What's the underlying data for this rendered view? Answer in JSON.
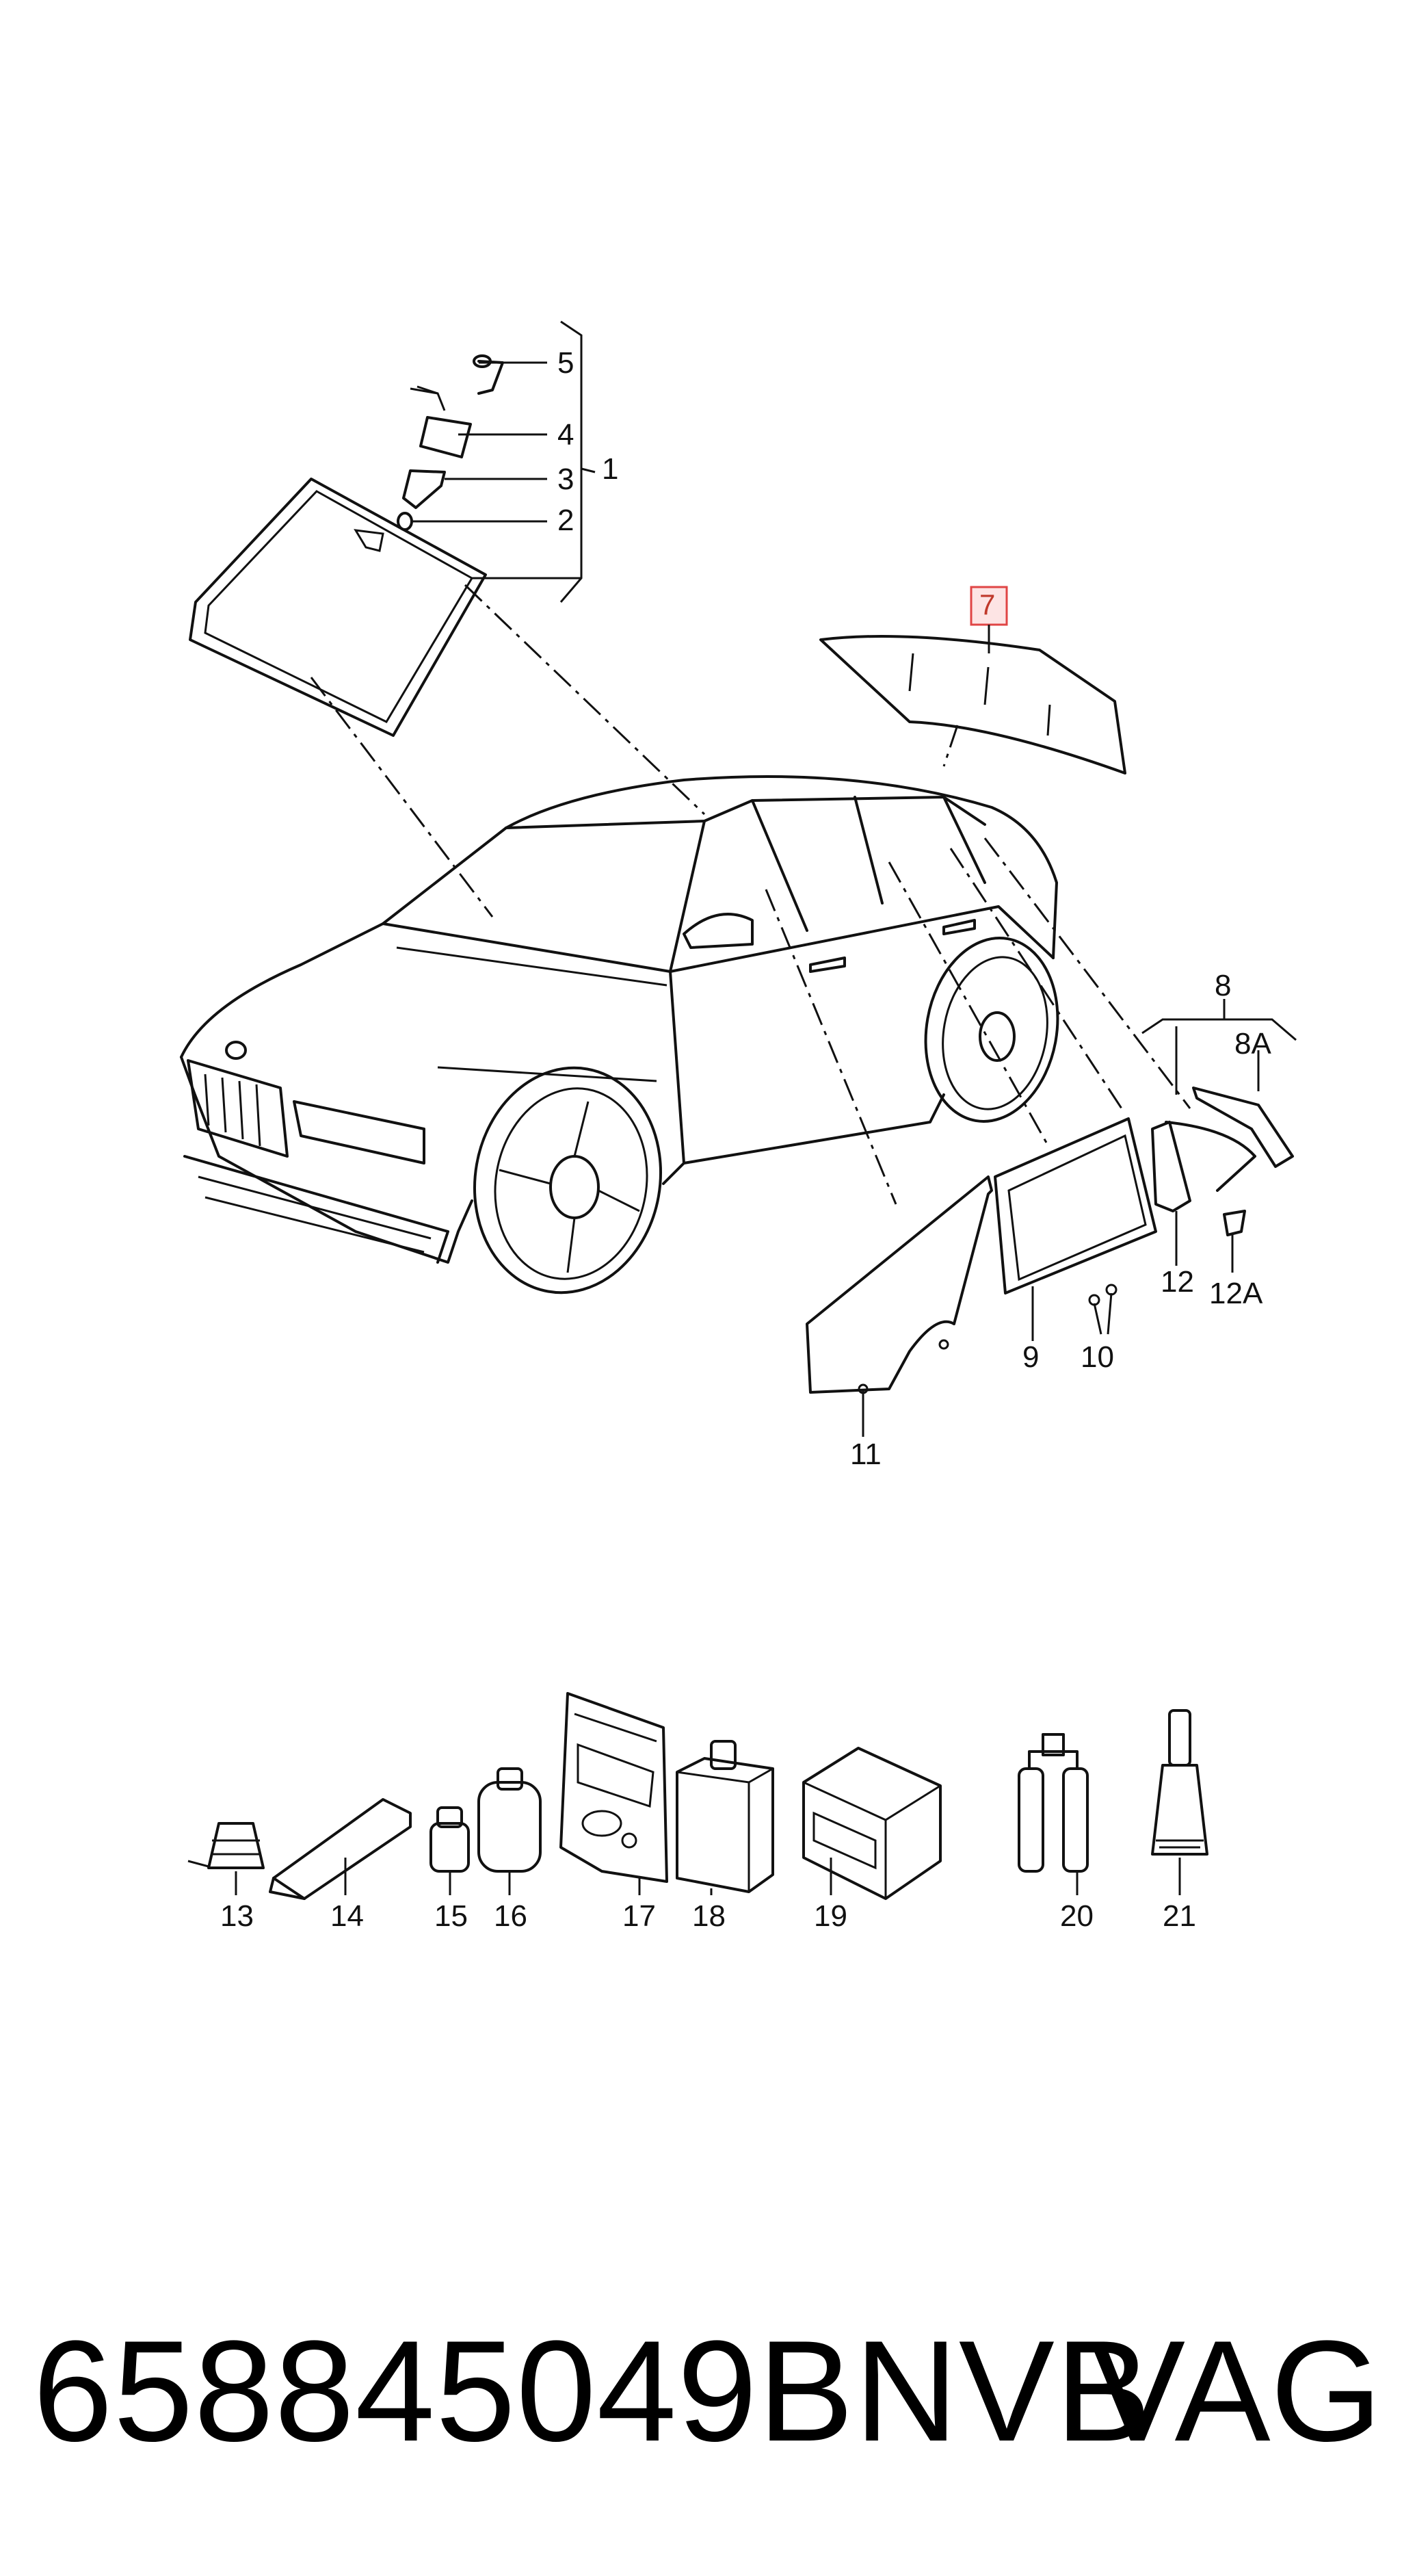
{
  "diagram": {
    "callouts": {
      "c1": "1",
      "c2": "2",
      "c3": "3",
      "c4": "4",
      "c5": "5",
      "c7": "7",
      "c8": "8",
      "c8a": "8A",
      "c9": "9",
      "c10": "10",
      "c11": "11",
      "c12": "12",
      "c12a": "12A",
      "c13": "13",
      "c14": "14",
      "c15": "15",
      "c16": "16",
      "c17": "17",
      "c18": "18",
      "c19": "19",
      "c20": "20",
      "c21": "21"
    },
    "highlight_color": "#e04545"
  },
  "footer": {
    "part_number": "658845049BNVB",
    "brand": "VAG"
  }
}
